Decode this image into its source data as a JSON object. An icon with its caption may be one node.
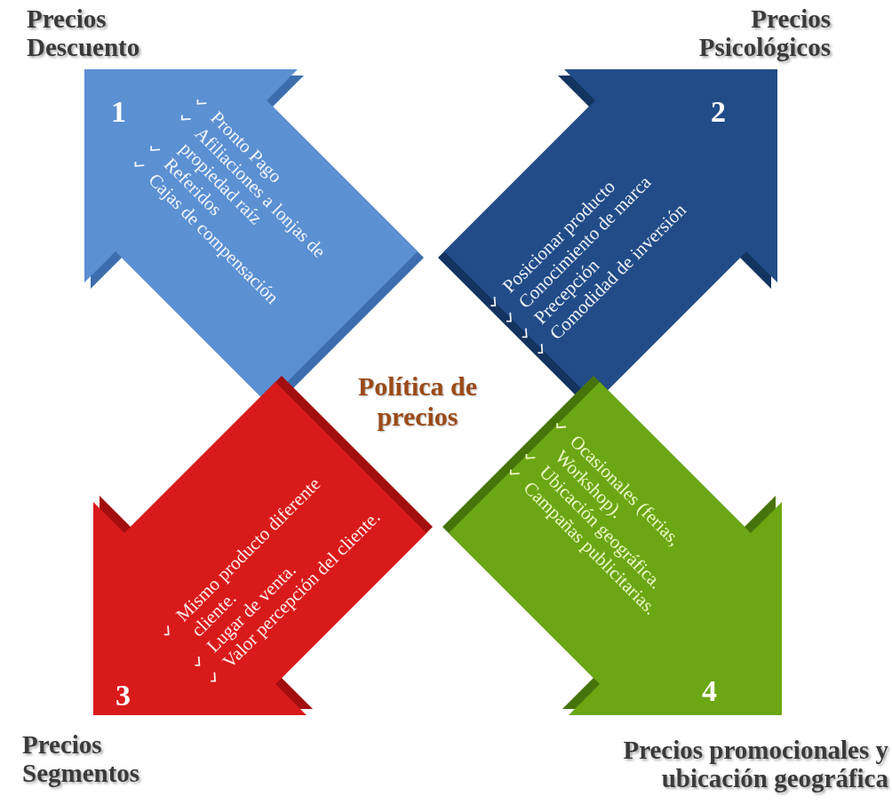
{
  "diagram": {
    "nodes": [
      {
        "text": [
          "Precios Descuento",
          "1",
          "Pronto Pago",
          "Afiliaciones a lonjas de propiedad raíz",
          "Referidos",
          "Cajas de compensación"
        ]
      },
      {
        "text": [
          "Precios Psicológicos",
          "2",
          "Posicionar producto",
          "Conocimiento de marca",
          "Precepción",
          "Comodidad de inversión"
        ]
      },
      {
        "text": [
          "Mismo producto diferente cliente.",
          "Lugar de venta.",
          "Valor percepción del cliente.",
          "3",
          "Precios Segmentos"
        ]
      },
      {
        "text": [
          "Ocasionales (ferias, Workshop).",
          "Ubicación geográfica.",
          "Campañas publicitarias.",
          "4",
          "Precios promocionales y ubicación geográfica"
        ]
      }
    ],
    "labels": [
      "Política de precios"
    ]
  }
}
